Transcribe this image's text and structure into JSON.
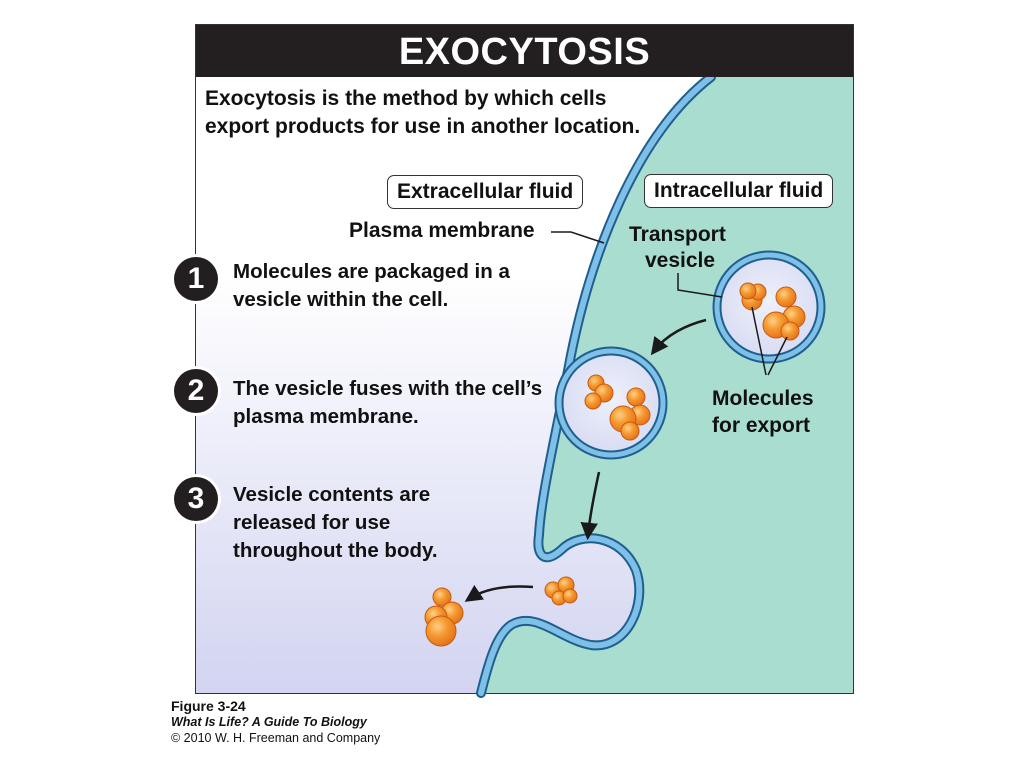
{
  "title": "EXOCYTOSIS",
  "intro": "Exocytosis is the method by which cells export products for use in another location.",
  "labels": {
    "extracellular": "Extracellular fluid",
    "intracellular": "Intracellular fluid",
    "plasma_membrane": "Plasma membrane",
    "transport_vesicle_line1": "Transport",
    "transport_vesicle_line2": "vesicle",
    "molecules_line1": "Molecules",
    "molecules_line2": "for export"
  },
  "steps": [
    {
      "number": "1",
      "text": "Molecules are packaged in a vesicle within the cell."
    },
    {
      "number": "2",
      "text": "The vesicle fuses with the cell’s plasma membrane."
    },
    {
      "number": "3",
      "text": "Vesicle contents are released for use throughout the body."
    }
  ],
  "caption": {
    "figure": "Figure 3-24",
    "book": "What Is Life? A Guide To Biology",
    "copyright": "© 2010 W. H. Freeman and Company"
  },
  "colors": {
    "cytoplasm": "#a8dccf",
    "membrane": "#5aa8d8",
    "extracellular_gradient_end": "#d4d6f2",
    "molecule": "#f08a24"
  }
}
